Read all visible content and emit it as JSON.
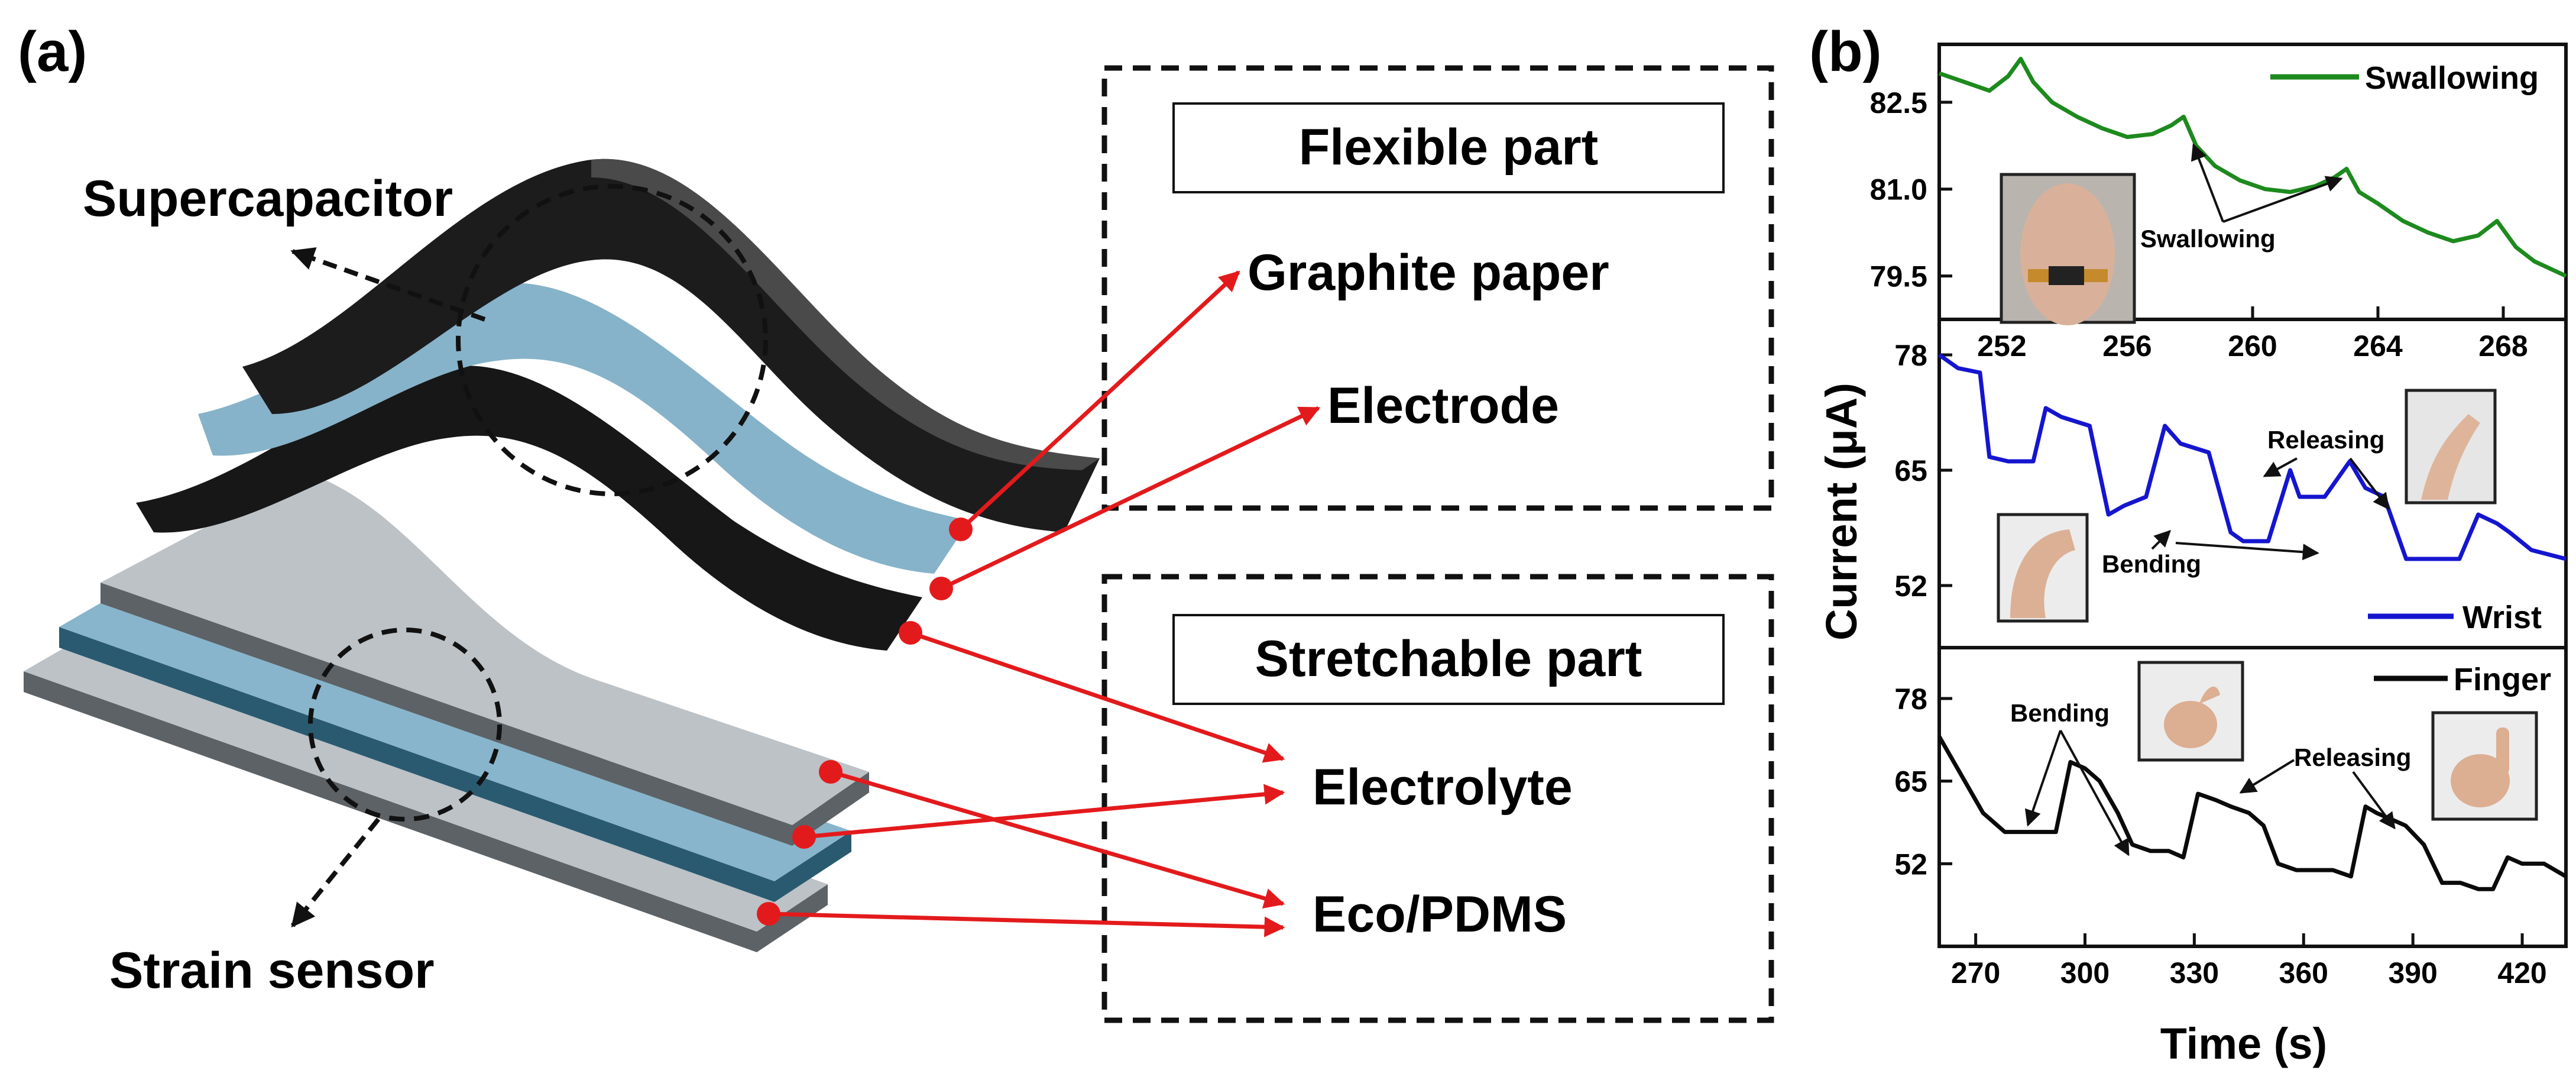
{
  "panel_a": {
    "letter": "(a)",
    "supercapacitor": "Supercapacitor",
    "strain_sensor": "Strain sensor",
    "flexible_header": "Flexible part",
    "stretchable_header": "Stretchable part",
    "layers": [
      "Graphite paper",
      "Electrode",
      "Electrolyte",
      "Eco/PDMS"
    ],
    "colors": {
      "arrow": "#e31a1c",
      "graphite": "#1a1a1a",
      "electrode": "#86b3c9",
      "pdms": "#b9bfc3"
    }
  },
  "panel_b": {
    "letter": "(b)",
    "ylabel": "Current (μA)",
    "xlabel": "Time (s)",
    "photo_icons": [
      "neck-photo",
      "wrist-photo",
      "finger-photo"
    ],
    "annotations": {
      "swallowing": "Swallowing",
      "bending_wrist": "Bending",
      "releasing_wrist": "Releasing",
      "bending_finger": "Bending",
      "releasing_finger": "Releasing"
    }
  },
  "chart_data": [
    {
      "type": "line",
      "series": [
        {
          "name": "Swallowing",
          "color": "#1d8a1d",
          "x": [
            250,
            250.8,
            251.6,
            252.2,
            252.6,
            253,
            253.6,
            254.4,
            255.2,
            256,
            256.8,
            257.4,
            257.8,
            258.2,
            258.8,
            259.6,
            260.4,
            261.2,
            262,
            262.6,
            263,
            263.4,
            264,
            264.8,
            265.6,
            266.4,
            267.2,
            267.8,
            268,
            268.4,
            269,
            270
          ],
          "values": [
            83.0,
            82.85,
            82.7,
            82.95,
            83.25,
            82.85,
            82.5,
            82.25,
            82.05,
            81.9,
            81.95,
            82.1,
            82.25,
            81.75,
            81.4,
            81.15,
            81.0,
            80.95,
            81.05,
            81.2,
            81.35,
            80.95,
            80.75,
            80.45,
            80.25,
            80.1,
            80.2,
            80.45,
            80.3,
            80.0,
            79.75,
            79.5
          ]
        }
      ],
      "xlim": [
        250,
        270
      ],
      "ylim": [
        78.75,
        83.5
      ],
      "x_ticks": [
        252,
        256,
        260,
        264,
        268
      ],
      "y_ticks": [
        79.5,
        81.0,
        82.5
      ]
    },
    {
      "type": "line",
      "series": [
        {
          "name": "Wrist",
          "color": "#1515d0",
          "x": [
            250,
            250.6,
            251.3,
            251.6,
            252.2,
            253.0,
            253.4,
            253.9,
            254.8,
            255.4,
            255.9,
            256.6,
            257.2,
            257.7,
            258.6,
            259.3,
            259.7,
            260.5,
            261.2,
            261.5,
            262.3,
            263.1,
            263.6,
            264.2,
            264.9,
            265.5,
            266.0,
            266.6,
            267.2,
            267.8,
            268.2,
            268.9,
            270
          ],
          "values": [
            78,
            76.5,
            76,
            66.5,
            66,
            66,
            72,
            71,
            70,
            60,
            61,
            62,
            70,
            68,
            67,
            58,
            57,
            57,
            65,
            62,
            62,
            66,
            63,
            62,
            55,
            55,
            55,
            55,
            60,
            59,
            58,
            56,
            55
          ]
        }
      ],
      "xlim": [
        250,
        270
      ],
      "ylim": [
        45,
        82
      ],
      "y_ticks": [
        52,
        65,
        78
      ]
    },
    {
      "type": "line",
      "series": [
        {
          "name": "Finger",
          "color": "#0a0a0a",
          "x": [
            260,
            266,
            272,
            278,
            284,
            288,
            292,
            296,
            300,
            304,
            309,
            313,
            318,
            323,
            327,
            331,
            336,
            340,
            345,
            349,
            353,
            358,
            363,
            368,
            373,
            377,
            380,
            384,
            388,
            393,
            398,
            403,
            408,
            412,
            416,
            420,
            426,
            432
          ],
          "values": [
            72,
            66,
            60,
            57,
            57,
            57,
            57,
            68,
            67,
            65,
            60,
            55,
            54,
            54,
            53,
            63,
            62,
            61,
            60,
            58,
            52,
            51,
            51,
            51,
            50,
            61,
            60,
            59,
            58,
            55,
            49,
            49,
            48,
            48,
            53,
            52,
            52,
            50
          ]
        }
      ],
      "xlim": [
        260,
        432
      ],
      "ylim": [
        39,
        86
      ],
      "x_ticks": [
        270,
        300,
        330,
        360,
        390,
        420
      ],
      "y_ticks": [
        52,
        65,
        78
      ]
    }
  ]
}
